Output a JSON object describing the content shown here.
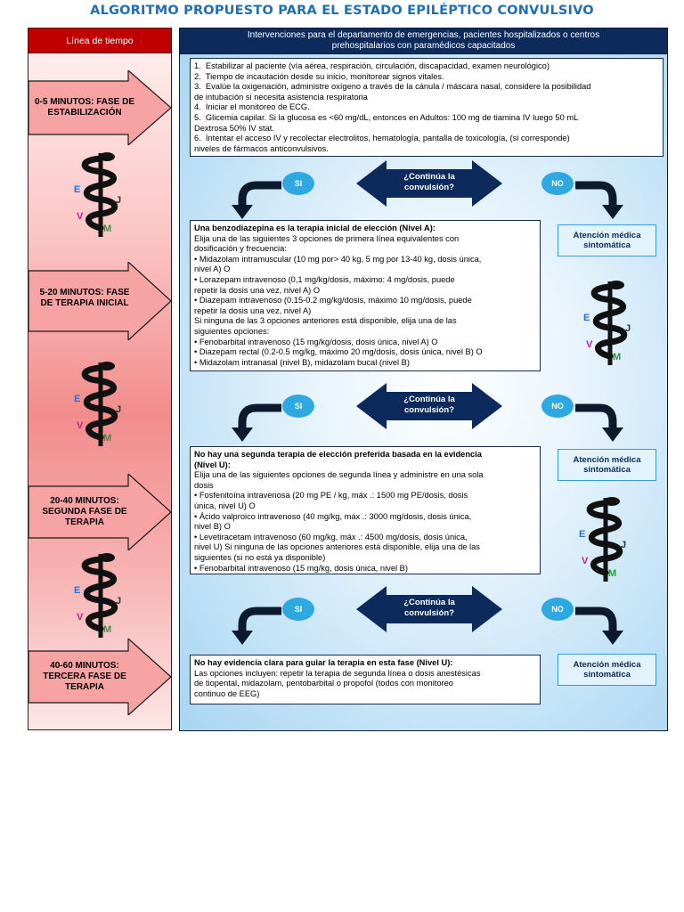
{
  "title": "ALGORITMO PROPUESTO PARA EL ESTADO EPILÉPTICO CONVULSIVO",
  "timeline": {
    "header": "Línea de tiempo",
    "phases": [
      {
        "line1": "0-5 MINUTOS: FASE DE",
        "line2": "ESTABILIZACIÓN",
        "line3": ""
      },
      {
        "line1": "5-20 MINUTOS: FASE",
        "line2": "DE TERAPIA INICIAL",
        "line3": ""
      },
      {
        "line1": "20-40 MINUTOS:",
        "line2": "SEGUNDA FASE DE",
        "line3": "TERAPIA"
      },
      {
        "line1": "40-60 MINUTOS:",
        "line2": "TERCERA FASE DE",
        "line3": "TERAPIA"
      }
    ]
  },
  "interventions": {
    "header_line1": "Intervenciones para el departamento de emergencias, pacientes hospitalizados o centros",
    "header_line2": "prehospitalarios con paramédicos capacitados"
  },
  "box1": [
    "1.  Estabilizar al paciente (vía aérea, respiración, circulación, discapacidad, examen neurológico)",
    "2.  Tiempo de incautación desde su inicio, monitorear signos vitales.",
    "3.  Evalúe la oxigenación, administre oxígeno a través de la cánula / máscara nasal, considere la posibilidad",
    "de intubación si necesita asistencia respiratoria",
    "4.  Iniciar el monitoreo de ECG.",
    "5.  Glicemia capilar. Si la glucosa es <60 mg/dL, entonces en Adultos: 100 mg de tiamina IV luego 50 mL",
    "Dextrosa 50% IV stat.",
    "6.  Intentar el acceso IV y recolectar electrolitos, hematología, pantalla de toxicología, (si corresponde)",
    "niveles de fármacos anticonvulsivos."
  ],
  "box2": [
    "Una benzodiazepina es la terapia inicial de elección (Nivel A):",
    "Elija una de las siguientes 3 opciones de primera línea equivalentes con",
    "dosificación y frecuencia:",
    "• Midazolam intramuscular (10 mg por> 40 kg, 5 mg por 13-40 kg, dosis única,",
    "nivel A) O",
    "• Lorazepam intravenoso (0,1 mg/kg/dosis, máximo: 4 mg/dosis, puede",
    "repetir la dosis una vez, nivel A) O",
    "• Diazepam intravenoso (0.15-0.2 mg/kg/dosis, máximo 10 mg/dosis, puede",
    "repetir la dosis una vez, nivel A)",
    "Si ninguna de las 3 opciones anteriores está disponible, elija una de las",
    "siguientes opciones:",
    "• Fenobarbital intravenoso (15 mg/kg/dosis, dosis única, nivel A) O",
    "• Diazepam rectal (0.2-0.5 mg/kg, máximo 20 mg/dosis, dosis única, nivel B) O",
    "• Midazolam intranasal (nivel B), midazolam bucal (nivel B)"
  ],
  "box3": [
    "No hay una segunda terapia de elección preferida basada en la evidencia",
    "(Nivel U):",
    "Elija una de las siguientes opciones de segunda línea y administre en una sola",
    "dosis",
    "• Fosfenitoína intravenosa (20 mg PE / kg, máx .: 1500 mg PE/dosis, dosis",
    "única, nivel U) O",
    "• Ácido valproico intravenoso (40 mg/kg, máx .: 3000 mg/dosis, dosis única,",
    "nivel B) O",
    "• Levetiracetam intravenoso (60 mg/kg, máx .: 4500 mg/dosis, dosis única,",
    "nivel U) Si ninguna de las opciones anteriores está disponible, elija una de las",
    "siguientes (si no está ya disponible)",
    "• Fenobarbital intravenoso (15 mg/kg, dosis única, nivel B)"
  ],
  "box4": [
    "No hay evidencia clara para guiar la terapia en esta fase (Nivel U):",
    "Las opciones incluyen: repetir la terapia de segunda línea o dosis anestésicas",
    "de tiopental, midazolam, pentobarbital o propofol (todos con monitoreo",
    "continuo de EEG)"
  ],
  "decision": {
    "q_line1": "¿Continúa la",
    "q_line2": "convulsión?",
    "yes": "SI",
    "no": "NO"
  },
  "side_box": {
    "line1": "Atención médica",
    "line2": "sintomática"
  },
  "caduceus_letters": {
    "e": "E",
    "j": "J",
    "v": "V",
    "m": "M"
  },
  "colors": {
    "title": "#1f6fb5",
    "timeline_header": "#c00000",
    "interventions_header": "#0d2a5c",
    "oval": "#2ea8e0",
    "decision_arrow": "#0d2a5c",
    "curve_arrow": "#0d1a2e"
  }
}
